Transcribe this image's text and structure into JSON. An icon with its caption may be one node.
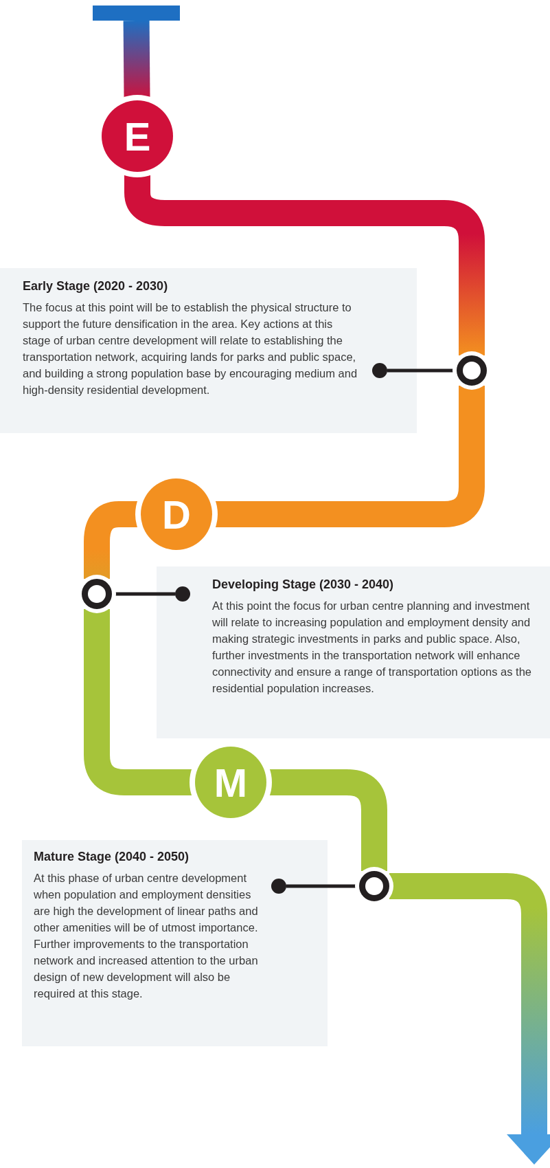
{
  "diagram": {
    "nodes": [
      {
        "text": [],
        "shape": "bar"
      },
      {
        "text": [
          "E"
        ]
      },
      {
        "text": [
          "Early Stage (2020 - 2030)",
          "The focus at this point will be to establish the physical structure to support the future densification in the area. Key actions at this stage of urban centre development will relate to establishing the transportation network, acquiring lands for parks and public space, and building a strong population base by encouraging medium and high-density residential development."
        ]
      },
      {
        "text": [],
        "shape": "circle",
        "in": 2
      },
      {
        "text": [],
        "shape": "circle"
      },
      {
        "text": [
          "D"
        ]
      },
      {
        "text": [
          "Developing Stage (2030 - 2040)",
          "At this point the focus for urban centre planning and investment will relate to increasing population and employment density and making strategic investments in parks and public space. Also, further investments in the transportation network will enhance connectivity and ensure a range of transportation options as the residential population increases."
        ]
      },
      {
        "text": [],
        "shape": "circle",
        "in": 6
      },
      {
        "text": [],
        "shape": "circle"
      },
      {
        "text": [
          "M"
        ]
      },
      {
        "text": [
          "Mature Stage (2040 - 2050)",
          "At this phase of urban centre development when population and employment densities are high the development of linear paths and other amenities will be of utmost importance. Further improvements to the transportation network and increased attention to the urban design of new development will also be required at this stage."
        ]
      },
      {
        "text": [],
        "shape": "circle",
        "in": 10
      },
      {
        "text": [],
        "shape": "circle"
      }
    ],
    "edges": [
      {
        "from": 0,
        "to": 1,
        "arrow": "none",
        "style": "thick"
      },
      {
        "from": 1,
        "to": 4,
        "arrow": "none",
        "style": "thick"
      },
      {
        "from": 4,
        "to": 5,
        "arrow": "none",
        "style": "thick"
      },
      {
        "from": 5,
        "to": 8,
        "arrow": "none",
        "style": "thick"
      },
      {
        "from": 8,
        "to": 9,
        "arrow": "none",
        "style": "thick"
      },
      {
        "from": 9,
        "to": 12,
        "arrow": "none",
        "style": "thick"
      },
      {
        "from": 12,
        "to": null,
        "arrow": "to",
        "style": "thick"
      },
      {
        "from": 3,
        "to": 4,
        "arrow": "none",
        "color": "#231f20"
      },
      {
        "from": 7,
        "to": 8,
        "arrow": "none",
        "color": "#231f20"
      },
      {
        "from": 11,
        "to": 12,
        "arrow": "none",
        "color": "#231f20"
      }
    ]
  }
}
